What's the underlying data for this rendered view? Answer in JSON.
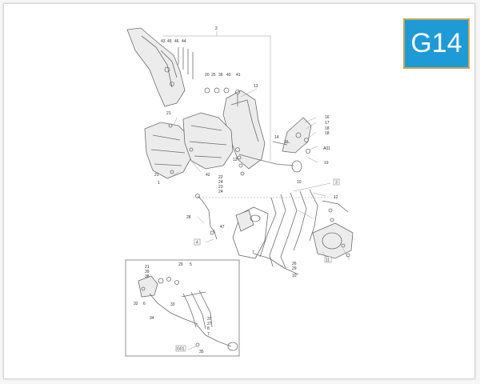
{
  "badge": {
    "label": "G14",
    "bg": "#1e9ad7",
    "border": "#c9a55c"
  },
  "callouts": {
    "c2": "2",
    "c43": "43",
    "c45": "45",
    "c46": "46",
    "c44": "44",
    "c20": "20",
    "c25": "25",
    "c36": "36",
    "c40": "40",
    "c41": "41",
    "c13": "13",
    "c21a": "21",
    "c21b": "21",
    "c1": "1",
    "c42": "42",
    "c16": "16",
    "c17": "17",
    "c18a": "18",
    "c18b": "18",
    "c15": "15",
    "c14": "14",
    "cA01": "A01",
    "c19": "19",
    "c12a": "12",
    "c22": "22",
    "c24a": "24",
    "c23": "23",
    "c24b": "24",
    "c3": "3",
    "c10": "10",
    "c12b": "12",
    "c11": "11",
    "c28": "28",
    "c47": "47",
    "c4": "4",
    "c7": "7",
    "c26": "26",
    "c29": "29",
    "c10b": "10",
    "i21": "21",
    "i39": "39",
    "i38": "38",
    "i29": "29",
    "i5": "5",
    "i32": "32",
    "i6": "6",
    "i33": "33",
    "i34": "34",
    "i37": "37",
    "i27": "27",
    "i8": "8",
    "i7": "7",
    "i35": "35",
    "iG01": "G01"
  }
}
